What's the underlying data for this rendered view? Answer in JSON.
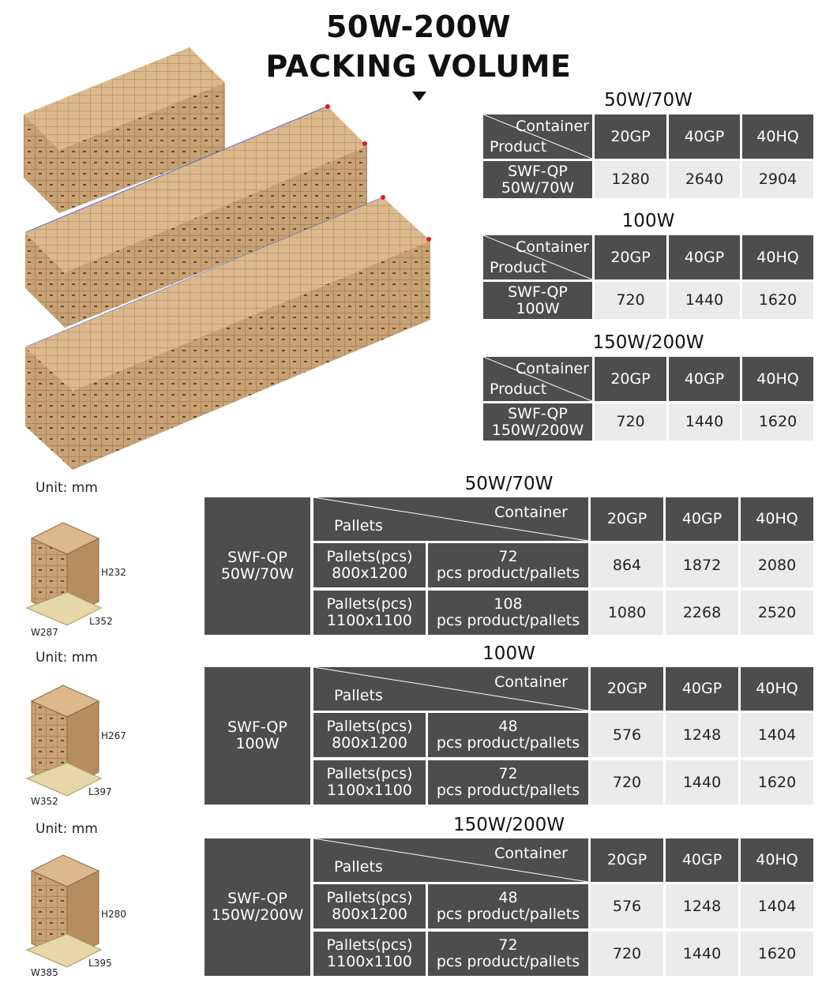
{
  "header": {
    "title_line1": "50W-200W",
    "title_line2": "PACKING VOLUME"
  },
  "container_tables": [
    {
      "title": "50W/70W",
      "header_container": "Container",
      "header_product": "Product",
      "columns": [
        "20GP",
        "40GP",
        "40HQ"
      ],
      "product_line1": "SWF-QP",
      "product_line2": "50W/70W",
      "values": [
        "1280",
        "2640",
        "2904"
      ]
    },
    {
      "title": "100W",
      "header_container": "Container",
      "header_product": "Product",
      "columns": [
        "20GP",
        "40GP",
        "40HQ"
      ],
      "product_line1": "SWF-QP",
      "product_line2": "100W",
      "values": [
        "720",
        "1440",
        "1620"
      ]
    },
    {
      "title": "150W/200W",
      "header_container": "Container",
      "header_product": "Product",
      "columns": [
        "20GP",
        "40GP",
        "40HQ"
      ],
      "product_line1": "SWF-QP",
      "product_line2": "150W/200W",
      "values": [
        "720",
        "1440",
        "1620"
      ]
    }
  ],
  "pallet_sections": [
    {
      "unit": "Unit: mm",
      "dims": {
        "h": "H232",
        "l": "L352",
        "w": "W287"
      },
      "title": "50W/70W",
      "product_line1": "SWF-QP",
      "product_line2": "50W/70W",
      "header_pallets": "Pallets",
      "header_container": "Container",
      "columns": [
        "20GP",
        "40GP",
        "40HQ"
      ],
      "rows": [
        {
          "pallet_line1": "Pallets(pcs)",
          "pallet_line2": "800x1200",
          "count": "72",
          "count_label": "pcs product/pallets",
          "values": [
            "864",
            "1872",
            "2080"
          ]
        },
        {
          "pallet_line1": "Pallets(pcs)",
          "pallet_line2": "1100x1100",
          "count": "108",
          "count_label": "pcs product/pallets",
          "values": [
            "1080",
            "2268",
            "2520"
          ]
        }
      ]
    },
    {
      "unit": "Unit: mm",
      "dims": {
        "h": "H267",
        "l": "L397",
        "w": "W352"
      },
      "title": "100W",
      "product_line1": "SWF-QP",
      "product_line2": "100W",
      "header_pallets": "Pallets",
      "header_container": "Container",
      "columns": [
        "20GP",
        "40GP",
        "40HQ"
      ],
      "rows": [
        {
          "pallet_line1": "Pallets(pcs)",
          "pallet_line2": "800x1200",
          "count": "48",
          "count_label": "pcs product/pallets",
          "values": [
            "576",
            "1248",
            "1404"
          ]
        },
        {
          "pallet_line1": "Pallets(pcs)",
          "pallet_line2": "1100x1100",
          "count": "72",
          "count_label": "pcs product/pallets",
          "values": [
            "720",
            "1440",
            "1620"
          ]
        }
      ]
    },
    {
      "unit": "Unit: mm",
      "dims": {
        "h": "H280",
        "l": "L395",
        "w": "W385"
      },
      "title": "150W/200W",
      "product_line1": "SWF-QP",
      "product_line2": "150W/200W",
      "header_pallets": "Pallets",
      "header_container": "Container",
      "columns": [
        "20GP",
        "40GP",
        "40HQ"
      ],
      "rows": [
        {
          "pallet_line1": "Pallets(pcs)",
          "pallet_line2": "800x1200",
          "count": "48",
          "count_label": "pcs product/pallets",
          "values": [
            "576",
            "1248",
            "1404"
          ]
        },
        {
          "pallet_line1": "Pallets(pcs)",
          "pallet_line2": "1100x1100",
          "count": "72",
          "count_label": "pcs product/pallets",
          "values": [
            "720",
            "1440",
            "1620"
          ]
        }
      ]
    }
  ]
}
